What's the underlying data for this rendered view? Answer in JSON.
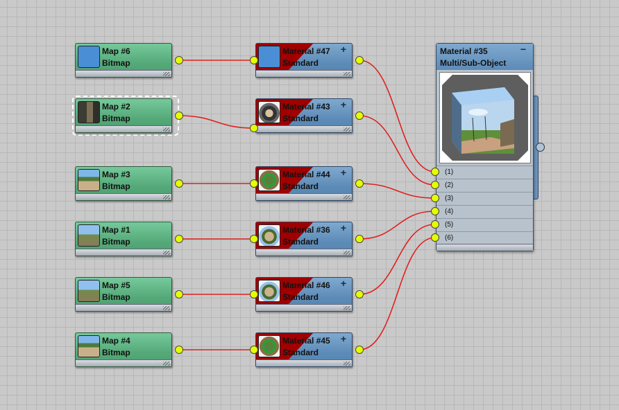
{
  "maps": [
    {
      "title": "Map #6",
      "type": "Bitmap",
      "thumb": "t-blue"
    },
    {
      "title": "Map #2",
      "type": "Bitmap",
      "thumb": "t-dark",
      "selected": true
    },
    {
      "title": "Map #3",
      "type": "Bitmap",
      "thumb": "t-town"
    },
    {
      "title": "Map #1",
      "type": "Bitmap",
      "thumb": "t-sky"
    },
    {
      "title": "Map #5",
      "type": "Bitmap",
      "thumb": "t-sky"
    },
    {
      "title": "Map #4",
      "type": "Bitmap",
      "thumb": "t-town"
    }
  ],
  "materials": [
    {
      "title": "Material #47",
      "type": "Standard",
      "thumb": "t-blue"
    },
    {
      "title": "Material #43",
      "type": "Standard",
      "thumb": "t-ball-dark"
    },
    {
      "title": "Material #44",
      "type": "Standard",
      "thumb": "t-ball-green"
    },
    {
      "title": "Material #36",
      "type": "Standard",
      "thumb": "t-ball"
    },
    {
      "title": "Material #46",
      "type": "Standard",
      "thumb": "t-ball"
    },
    {
      "title": "Material #45",
      "type": "Standard",
      "thumb": "t-ball-green"
    }
  ],
  "multi": {
    "title": "Material #35",
    "type": "Multi/Sub-Object",
    "collapse_glyph": "−",
    "slots": [
      "(1)",
      "(2)",
      "(3)",
      "(4)",
      "(5)",
      "(6)"
    ]
  },
  "glyphs": {
    "expand": "+"
  },
  "colors": {
    "wire": "#e02020",
    "socket": "#e6ff00",
    "map_node": "#55a979",
    "material_node": "#5d8bb7",
    "material_accent": "#a00000"
  },
  "links": [
    {
      "from": "Map #6",
      "to": "Material #47"
    },
    {
      "from": "Map #2",
      "to": "Material #43"
    },
    {
      "from": "Map #3",
      "to": "Material #44"
    },
    {
      "from": "Map #1",
      "to": "Material #36"
    },
    {
      "from": "Map #5",
      "to": "Material #46"
    },
    {
      "from": "Map #4",
      "to": "Material #45"
    },
    {
      "from": "Material #47",
      "to": "(1)"
    },
    {
      "from": "Material #43",
      "to": "(2)"
    },
    {
      "from": "Material #44",
      "to": "(3)"
    },
    {
      "from": "Material #36",
      "to": "(4)"
    },
    {
      "from": "Material #46",
      "to": "(5)"
    },
    {
      "from": "Material #45",
      "to": "(6)"
    }
  ]
}
